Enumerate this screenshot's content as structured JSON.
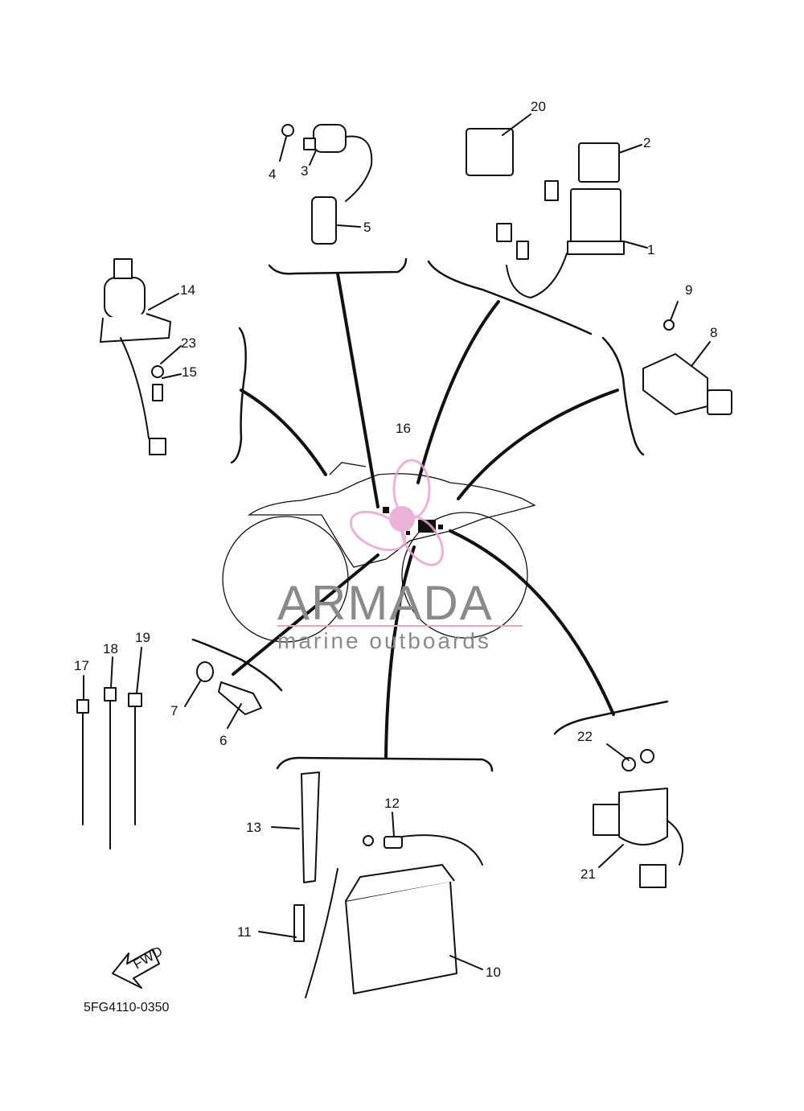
{
  "diagram": {
    "part_labels": [
      "1",
      "2",
      "3",
      "4",
      "5",
      "6",
      "7",
      "8",
      "9",
      "10",
      "11",
      "12",
      "13",
      "14",
      "15",
      "16",
      "17",
      "18",
      "19",
      "20",
      "21",
      "22",
      "23"
    ],
    "fwd_label": "FWD",
    "drawing_code": "5FG4110-0350"
  },
  "watermark": {
    "brand": "ARMADA",
    "tagline": "marine outboards",
    "accent_color": "#e8a6cf"
  }
}
